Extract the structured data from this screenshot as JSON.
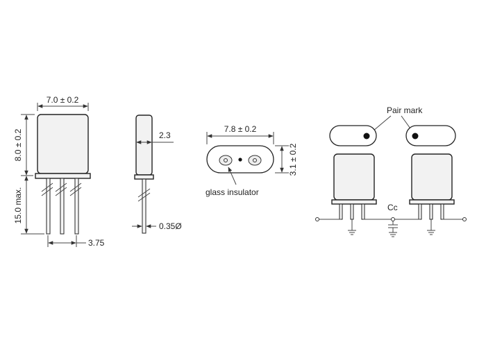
{
  "front_view": {
    "width_dim": "7.0 ± 0.2",
    "height_dim": "8.0 ± 0.2",
    "lead_length_dim": "15.0 max.",
    "pitch_dim": "3.75"
  },
  "side_view": {
    "thickness_dim": "2.3",
    "lead_dia_dim": "0.35Ø"
  },
  "top_view": {
    "length_dim": "7.8 ± 0.2",
    "width_dim": "3.1 ± 0.2",
    "insulator_label": "glass insulator"
  },
  "pair_view": {
    "pair_mark_label": "Pair mark",
    "capacitor_label": "Cc"
  }
}
